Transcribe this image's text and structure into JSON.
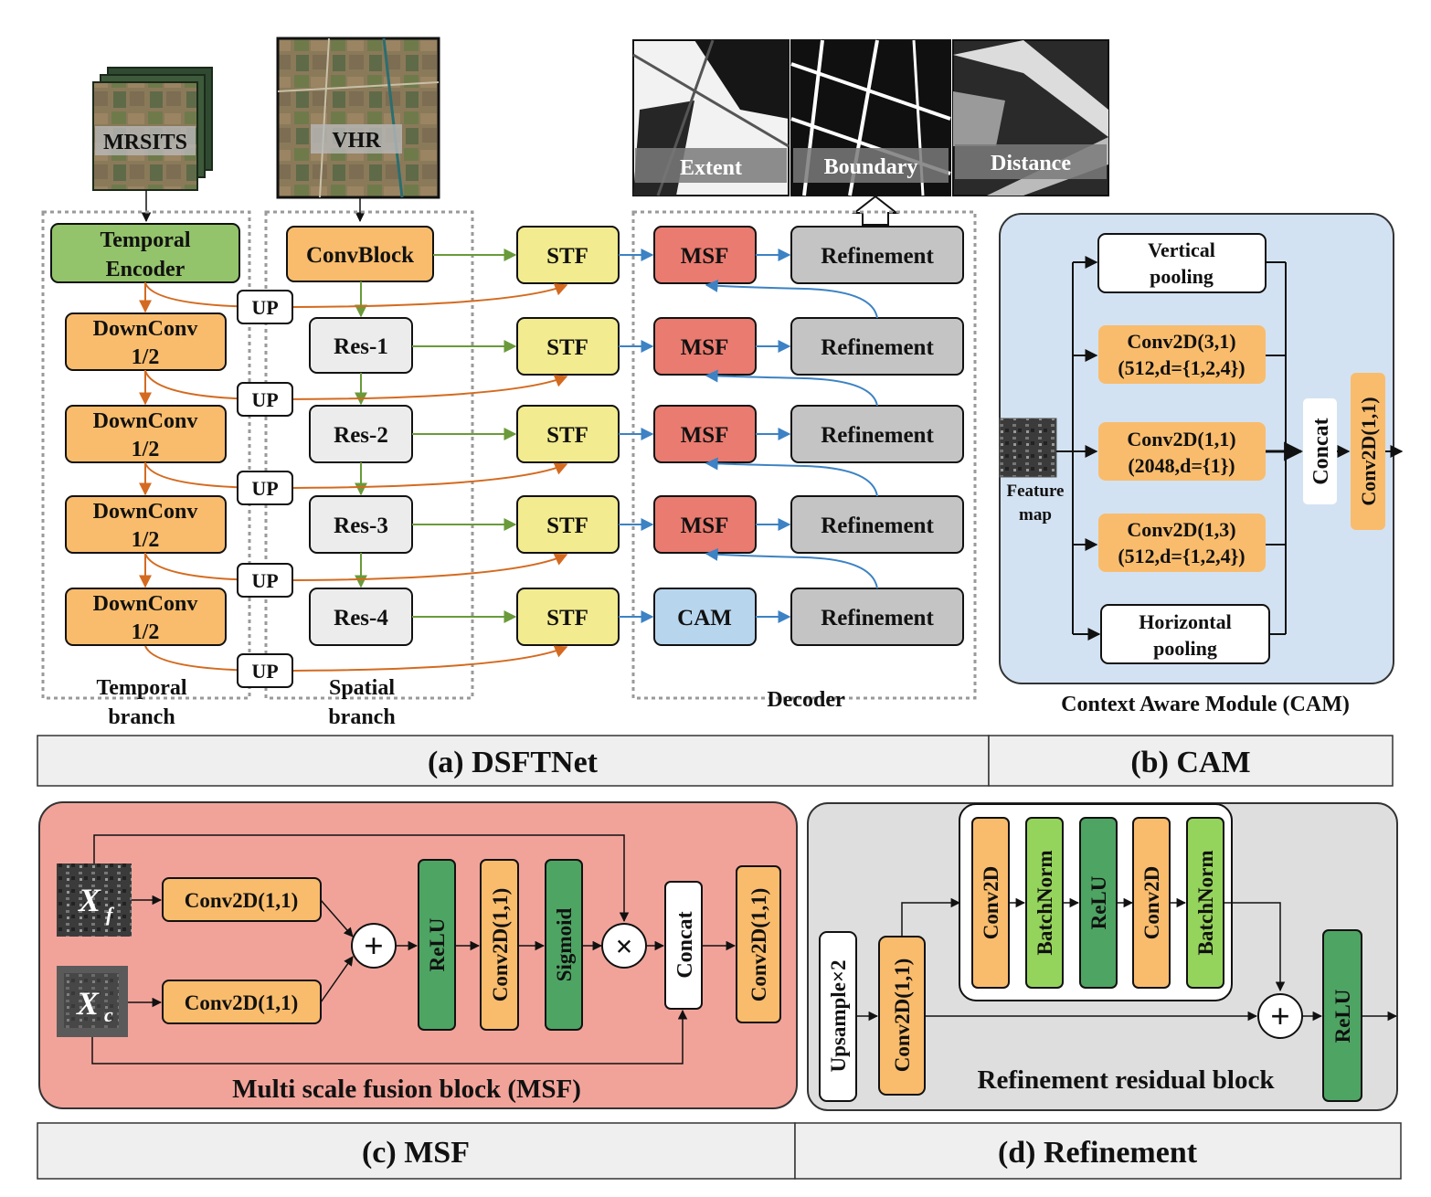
{
  "inputs": {
    "mrsits": "MRSITS",
    "vhr": "VHR",
    "outputs": [
      "Extent",
      "Boundary",
      "Distance"
    ]
  },
  "dsftnet": {
    "temporal_encoder": [
      "Temporal",
      "Encoder"
    ],
    "downconv": [
      "DownConv",
      "1/2"
    ],
    "up": "UP",
    "convblock": "ConvBlock",
    "res": [
      "Res-1",
      "Res-2",
      "Res-3",
      "Res-4"
    ],
    "stf": "STF",
    "msf": "MSF",
    "cam": "CAM",
    "refinement": "Refinement",
    "temporal_branch": [
      "Temporal",
      "branch"
    ],
    "spatial_branch": [
      "Spatial",
      "branch"
    ],
    "decoder": "Decoder"
  },
  "cam_module": {
    "vertical": [
      "Vertical",
      "pooling"
    ],
    "conv31": [
      "Conv2D(3,1)",
      "(512,d={1,2,4})"
    ],
    "conv11": [
      "Conv2D(1,1)",
      "(2048,d={1})"
    ],
    "conv13": [
      "Conv2D(1,3)",
      "(512,d={1,2,4})"
    ],
    "horizontal": [
      "Horizontal",
      "pooling"
    ],
    "feature_map": [
      "Feature",
      "map"
    ],
    "concat": "Concat",
    "conv_out": "Conv2D(1,1)",
    "title": "Context Aware Module (CAM)"
  },
  "msf_block": {
    "xf_base": "X",
    "xf_sub": "f",
    "xc_base": "X",
    "xc_sub": "c",
    "conv": "Conv2D(1,1)",
    "relu": "ReLU",
    "sigmoid": "Sigmoid",
    "concat": "Concat",
    "plus": "+",
    "times": "×",
    "title": "Multi scale fusion block (MSF)"
  },
  "refine_block": {
    "upsample": "Upsample×2",
    "conv11": "Conv2D(1,1)",
    "conv2d": "Conv2D",
    "batchnorm": "BatchNorm",
    "relu": "ReLU",
    "plus": "+",
    "title": "Refinement residual block"
  },
  "captions": {
    "a": "(a) DSFTNet",
    "b": "(b) CAM",
    "c": "(c) MSF",
    "d": "(d) Refinement"
  },
  "colors": {
    "orange": "#f9bc6c",
    "green_encoder": "#93c36a",
    "yellow": "#f2eb8f",
    "red": "#ea7b70",
    "blue": "#b8d5ee",
    "grey": "#c4c4c4",
    "light": "#ececec",
    "dark_green": "#4ea463",
    "light_green": "#95d45c",
    "cam_bg": "#d3e2f2",
    "msf_bg": "#f1a39a",
    "ref_bg": "#dedede",
    "arrow_orange": "#d46a1f",
    "arrow_green": "#6a9a3a",
    "arrow_blue": "#3c82c4"
  }
}
